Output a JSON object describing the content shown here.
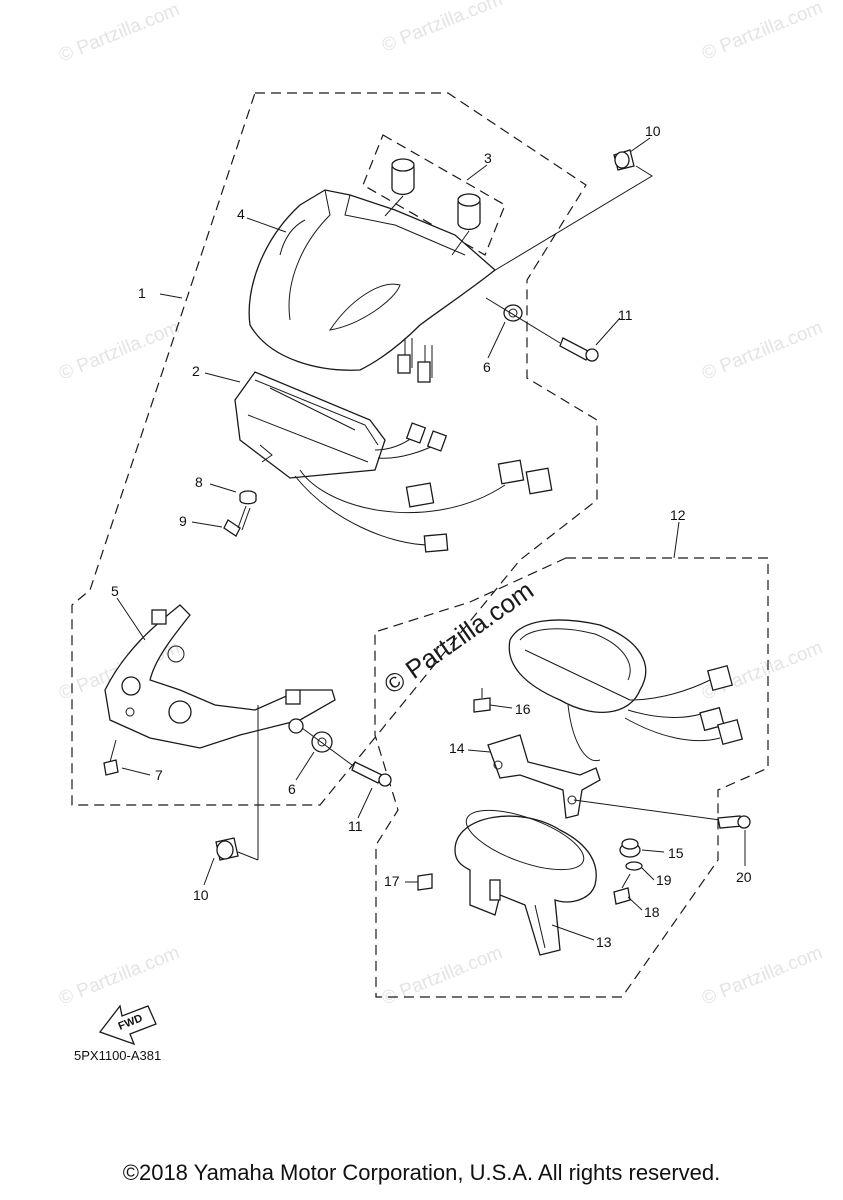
{
  "diagram": {
    "callouts": [
      {
        "id": "1",
        "text": "1"
      },
      {
        "id": "2",
        "text": "2"
      },
      {
        "id": "3",
        "text": "3"
      },
      {
        "id": "4",
        "text": "4"
      },
      {
        "id": "5",
        "text": "5"
      },
      {
        "id": "6a",
        "text": "6"
      },
      {
        "id": "6b",
        "text": "6"
      },
      {
        "id": "7",
        "text": "7"
      },
      {
        "id": "8",
        "text": "8"
      },
      {
        "id": "9",
        "text": "9"
      },
      {
        "id": "10a",
        "text": "10"
      },
      {
        "id": "10b",
        "text": "10"
      },
      {
        "id": "11a",
        "text": "11"
      },
      {
        "id": "11b",
        "text": "11"
      },
      {
        "id": "12",
        "text": "12"
      },
      {
        "id": "13",
        "text": "13"
      },
      {
        "id": "14",
        "text": "14"
      },
      {
        "id": "15",
        "text": "15"
      },
      {
        "id": "16",
        "text": "16"
      },
      {
        "id": "17",
        "text": "17"
      },
      {
        "id": "18",
        "text": "18"
      },
      {
        "id": "19",
        "text": "19"
      },
      {
        "id": "20",
        "text": "20"
      }
    ],
    "watermark": "© Partzilla.com",
    "center_watermark": "© Partzilla.com",
    "fwd_label": "FWD",
    "diagram_code": "5PX1100-A381",
    "copyright": "©2018 Yamaha Motor Corporation, U.S.A. All rights reserved."
  },
  "colors": {
    "line": "#1a1a1a",
    "watermark": "#e4e4e4",
    "background": "#ffffff"
  }
}
